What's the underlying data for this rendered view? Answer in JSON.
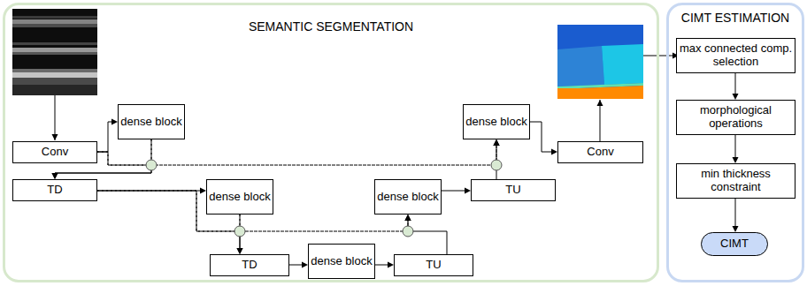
{
  "diagram": {
    "nodes": [
      {
        "text": [
          "SEMANTIC SEGMENTATION"
        ]
      },
      {
        "text": [
          "Conv"
        ],
        "in": 0
      },
      {
        "text": [
          "dense block"
        ],
        "in": 0
      },
      {
        "text": [
          "TD"
        ],
        "in": 0
      },
      {
        "text": [
          "dense block"
        ],
        "in": 0
      },
      {
        "text": [
          "TD"
        ],
        "in": 0
      },
      {
        "text": [
          "dense block"
        ],
        "in": 0
      },
      {
        "text": [
          "TU"
        ],
        "in": 0
      },
      {
        "text": [
          "dense block"
        ],
        "in": 0
      },
      {
        "text": [
          "TU"
        ],
        "in": 0
      },
      {
        "text": [
          "dense block"
        ],
        "in": 0
      },
      {
        "text": [
          "Conv"
        ],
        "in": 0
      },
      {
        "text": [
          "CIMT ESTIMATION"
        ]
      },
      {
        "text": [
          "max connected comp. selection"
        ],
        "in": 12
      },
      {
        "text": [
          "morphological operations"
        ],
        "in": 12
      },
      {
        "text": [
          "min thickness constraint"
        ],
        "in": 12
      },
      {
        "text": [
          "CIMT"
        ],
        "in": 12
      }
    ],
    "edges": [
      {
        "from": 1,
        "to": 2,
        "arrow": "to"
      },
      {
        "from": 1,
        "to": 3,
        "arrow": "to"
      },
      {
        "from": 2,
        "to": 3,
        "arrow": "to"
      },
      {
        "from": 1,
        "to": 10,
        "arrow": "to"
      },
      {
        "from": 2,
        "to": 10,
        "arrow": "to"
      },
      {
        "from": 3,
        "to": 4,
        "arrow": "to"
      },
      {
        "from": 3,
        "to": 5,
        "arrow": "to"
      },
      {
        "from": 4,
        "to": 5,
        "arrow": "to"
      },
      {
        "from": 3,
        "to": 8,
        "arrow": "to"
      },
      {
        "from": 4,
        "to": 8,
        "arrow": "to"
      },
      {
        "from": 5,
        "to": 6,
        "arrow": "to"
      },
      {
        "from": 6,
        "to": 7,
        "arrow": "to"
      },
      {
        "from": 7,
        "to": 8,
        "arrow": "to"
      },
      {
        "from": 8,
        "to": 9,
        "arrow": "to"
      },
      {
        "from": 9,
        "to": 10,
        "arrow": "to"
      },
      {
        "from": 10,
        "to": 11,
        "arrow": "to"
      },
      {
        "from": 13,
        "to": 14,
        "arrow": "to"
      },
      {
        "from": 14,
        "to": 15,
        "arrow": "to"
      },
      {
        "from": 15,
        "to": 16,
        "arrow": "to"
      }
    ]
  }
}
